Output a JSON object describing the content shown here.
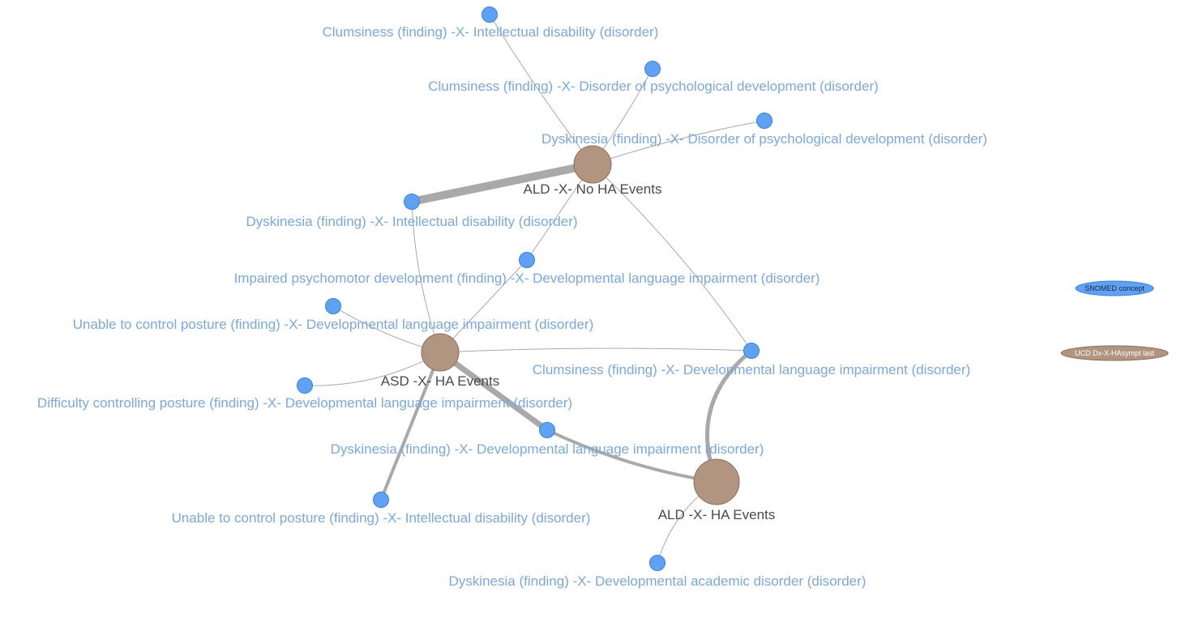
{
  "colors": {
    "concept_node": "#5fa1f5",
    "event_node": "#b29581",
    "edge": "#a9a9a9",
    "concept_label": "#7ba8e0",
    "event_label": "#4a4a4a",
    "background": "#ffffff"
  },
  "legend": [
    {
      "id": "legend-concept",
      "label": "SNOMED concept",
      "type": "concept"
    },
    {
      "id": "legend-event",
      "label": "UCD Dx-X-HAsympt last",
      "type": "event"
    }
  ],
  "nodes": [
    {
      "id": "n1",
      "type": "concept",
      "label": "Clumsiness (finding) -X- Intellectual disability (disorder)"
    },
    {
      "id": "n2",
      "type": "concept",
      "label": "Clumsiness (finding) -X- Disorder of psychological development (disorder)"
    },
    {
      "id": "n3",
      "type": "concept",
      "label": "Dyskinesia (finding) -X- Disorder of psychological development (disorder)"
    },
    {
      "id": "n4",
      "type": "event",
      "label": "ALD -X- No HA Events"
    },
    {
      "id": "n5",
      "type": "concept",
      "label": "Dyskinesia (finding) -X- Intellectual disability (disorder)"
    },
    {
      "id": "n6",
      "type": "concept",
      "label": "Impaired psychomotor development (finding) -X- Developmental language impairment (disorder)"
    },
    {
      "id": "n7",
      "type": "concept",
      "label": "Unable to control posture (finding) -X- Developmental language impairment (disorder)"
    },
    {
      "id": "n8",
      "type": "event",
      "label": "ASD -X- HA Events"
    },
    {
      "id": "n9",
      "type": "concept",
      "label": "Clumsiness (finding) -X- Developmental language impairment (disorder)"
    },
    {
      "id": "n10",
      "type": "concept",
      "label": "Difficulty controlling posture (finding) -X- Developmental language impairment (disorder)"
    },
    {
      "id": "n11",
      "type": "concept",
      "label": "Dyskinesia (finding) -X- Developmental language impairment (disorder)"
    },
    {
      "id": "n12",
      "type": "event",
      "label": "ALD -X- HA Events"
    },
    {
      "id": "n13",
      "type": "concept",
      "label": "Unable to control posture (finding) -X- Intellectual disability (disorder)"
    },
    {
      "id": "n14",
      "type": "concept",
      "label": "Dyskinesia (finding) -X- Developmental academic disorder (disorder)"
    }
  ],
  "edges": [
    {
      "from": "n1",
      "to": "n4",
      "weight": 1
    },
    {
      "from": "n2",
      "to": "n4",
      "weight": 1
    },
    {
      "from": "n3",
      "to": "n4",
      "weight": 1
    },
    {
      "from": "n5",
      "to": "n4",
      "weight": 10
    },
    {
      "from": "n6",
      "to": "n4",
      "weight": 1
    },
    {
      "from": "n9",
      "to": "n4",
      "weight": 1
    },
    {
      "from": "n5",
      "to": "n8",
      "weight": 1
    },
    {
      "from": "n6",
      "to": "n8",
      "weight": 1
    },
    {
      "from": "n7",
      "to": "n8",
      "weight": 1
    },
    {
      "from": "n9",
      "to": "n8",
      "weight": 1
    },
    {
      "from": "n10",
      "to": "n8",
      "weight": 1
    },
    {
      "from": "n11",
      "to": "n8",
      "weight": 7
    },
    {
      "from": "n13",
      "to": "n8",
      "weight": 4
    },
    {
      "from": "n11",
      "to": "n12",
      "weight": 4
    },
    {
      "from": "n9",
      "to": "n12",
      "weight": 5
    },
    {
      "from": "n14",
      "to": "n12",
      "weight": 1
    }
  ]
}
